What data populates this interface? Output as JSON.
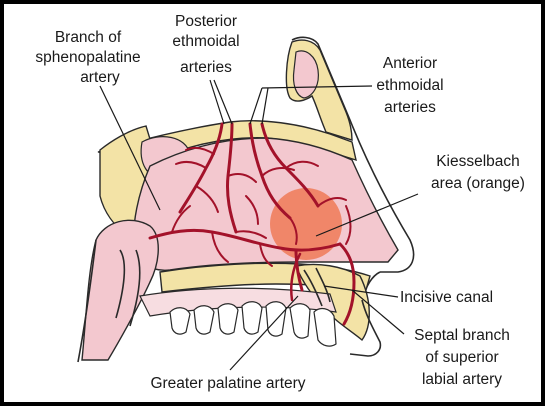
{
  "labels": {
    "sphenopalatine": [
      "Branch of",
      "sphenopalatine",
      "artery"
    ],
    "posterior_ethmoidal": [
      "Posterior",
      "ethmoidal",
      "arteries"
    ],
    "anterior_ethmoidal": [
      "Anterior",
      "ethmoidal",
      "arteries"
    ],
    "kiesselbach": [
      "Kiesselbach",
      "area (orange)"
    ],
    "incisive_canal": "Incisive canal",
    "septal_branch": [
      "Septal branch",
      "of superior",
      "labial artery"
    ],
    "greater_palatine": "Greater palatine artery"
  },
  "colors": {
    "artery": "#a3122a",
    "mucosa": "#f3c8cf",
    "bone": "#f3e3a6",
    "kiesselbach": "#ee7a57",
    "frame": "#000000"
  }
}
